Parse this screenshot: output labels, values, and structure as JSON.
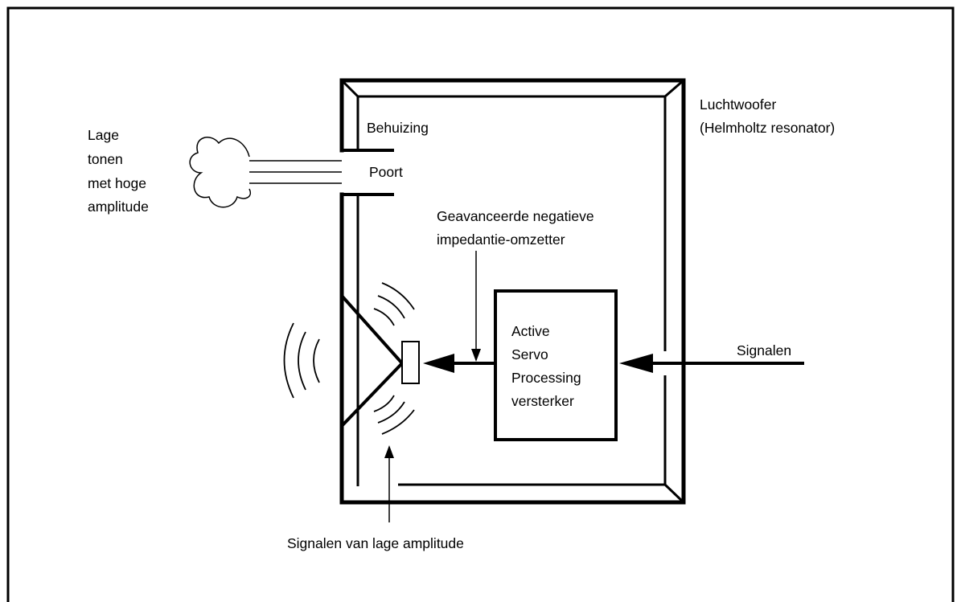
{
  "labels": {
    "low_tones": [
      "Lage",
      "tonen",
      "met hoge",
      "amplitude"
    ],
    "housing": "Behuizing",
    "port": "Poort",
    "woofer": [
      "Luchtwoofer",
      "(Helmholtz resonator)"
    ],
    "converter": [
      "Geavanceerde negatieve",
      "impedantie-omzetter"
    ],
    "amplifier": [
      "Active",
      "Servo",
      "Processing",
      "versterker"
    ],
    "signals": "Signalen",
    "low_amplitude": "Signalen van lage amplitude"
  }
}
